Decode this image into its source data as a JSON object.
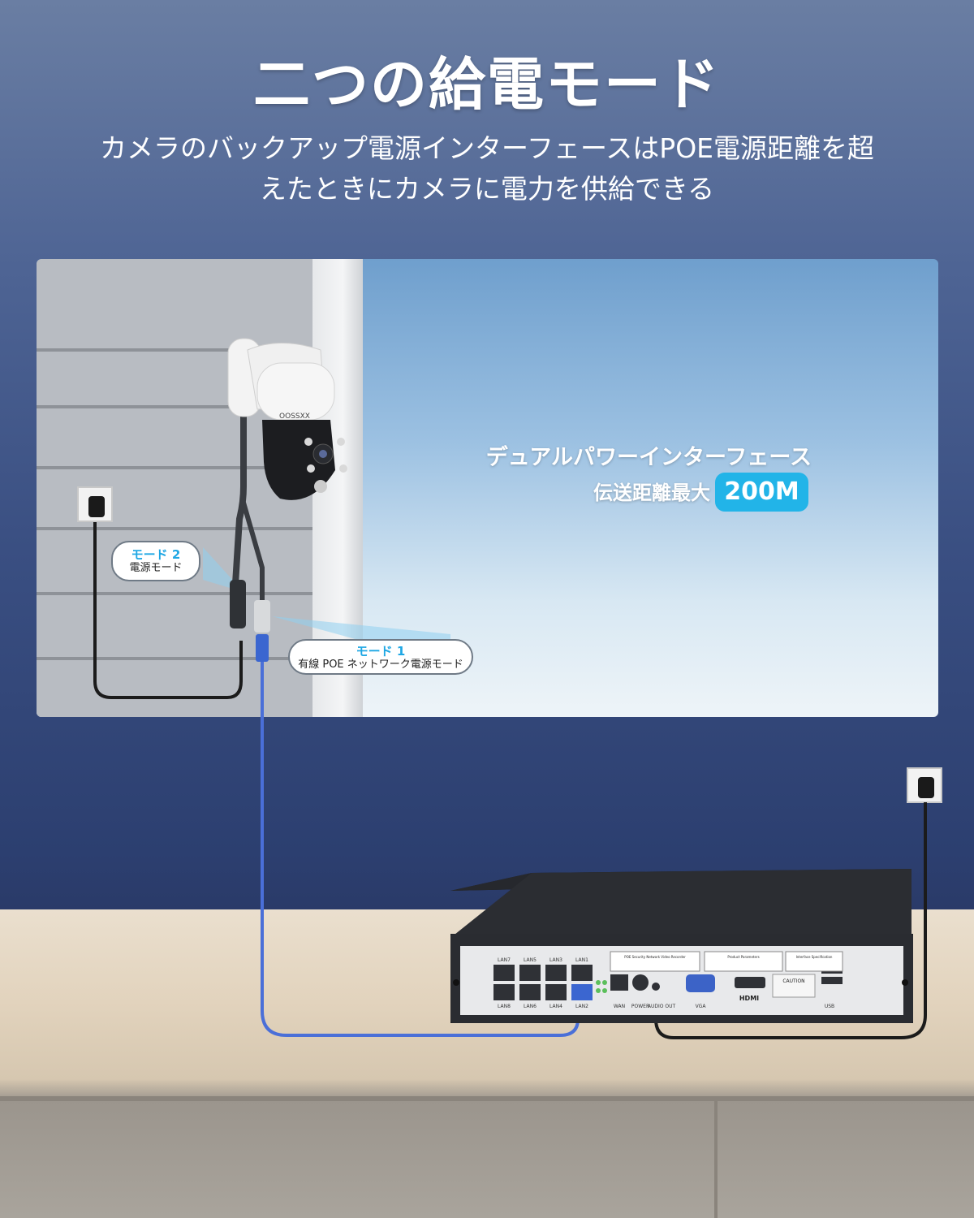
{
  "header": {
    "title": "二つの給電モード",
    "subtitle_line1": "カメラのバックアップ電源インターフェースはPOE電源距離を超",
    "subtitle_line2": "えたときにカメラに電力を供給できる"
  },
  "scene": {
    "dual_interface": "デュアルパワーインターフェース",
    "distance_label": "伝送距離最大",
    "distance_value": "200M",
    "camera_brand": "OOSSXX"
  },
  "modes": [
    {
      "title": "モード 2",
      "text": "電源モード"
    },
    {
      "title": "モード 1",
      "text": "有線 POE ネットワーク電源モード"
    }
  ],
  "nvr": {
    "lan_top": [
      "LAN7",
      "LAN5",
      "LAN3",
      "LAN1"
    ],
    "lan_bottom": [
      "LAN8",
      "LAN6",
      "LAN4",
      "LAN2"
    ],
    "wan": "WAN",
    "power": "POWER",
    "audio_out": "AUDIO OUT",
    "vga": "VGA",
    "hdmi": "HDMI",
    "usb": "USB",
    "caution": "CAUTION",
    "sticker_titles": [
      "POE Security Network Video Recorder",
      "Product Parameters",
      "Interface Specification"
    ]
  },
  "colors": {
    "accent_blue": "#22b4e8",
    "cable_blue": "#4a6fd8",
    "background_top": "#6a7ea3",
    "background_bottom": "#2a3a68"
  }
}
